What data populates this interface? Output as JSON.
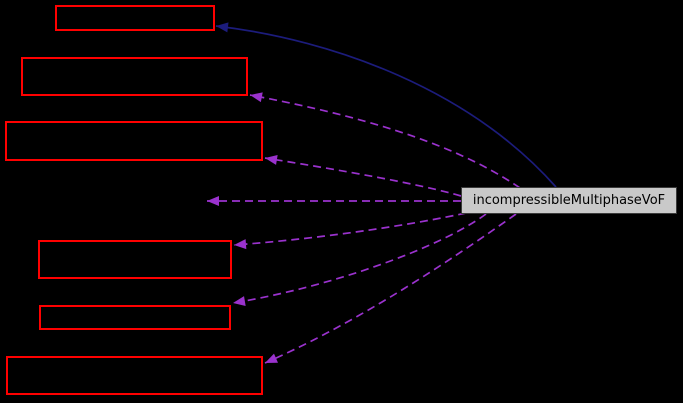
{
  "diagram": {
    "kind": "collaboration-graph",
    "background_color": "#000000",
    "main_node": {
      "label": "incompressibleMultiphaseVoF",
      "fill_color": "#c9c9c9",
      "text_color": "#000000"
    },
    "colors": {
      "node_border": "#ff0000",
      "inheritance_edge": "#1c1c7c",
      "usage_edge": "#9a32cd"
    },
    "nodes": [
      {
        "id": "node-1",
        "label": ""
      },
      {
        "id": "node-2",
        "label": ""
      },
      {
        "id": "node-3",
        "label": ""
      },
      {
        "id": "node-4",
        "label": ""
      },
      {
        "id": "node-5",
        "label": ""
      },
      {
        "id": "node-6",
        "label": ""
      }
    ],
    "edges": [
      {
        "from": "incompressibleMultiphaseVoF",
        "to": "node-1",
        "style": "solid"
      },
      {
        "from": "incompressibleMultiphaseVoF",
        "to": "node-2",
        "style": "dashed"
      },
      {
        "from": "incompressibleMultiphaseVoF",
        "to": "node-3",
        "style": "dashed"
      },
      {
        "from": "incompressibleMultiphaseVoF",
        "to": "hidden-node",
        "style": "dashed"
      },
      {
        "from": "incompressibleMultiphaseVoF",
        "to": "node-4",
        "style": "dashed"
      },
      {
        "from": "incompressibleMultiphaseVoF",
        "to": "node-5",
        "style": "dashed"
      },
      {
        "from": "incompressibleMultiphaseVoF",
        "to": "node-6",
        "style": "dashed"
      }
    ]
  }
}
